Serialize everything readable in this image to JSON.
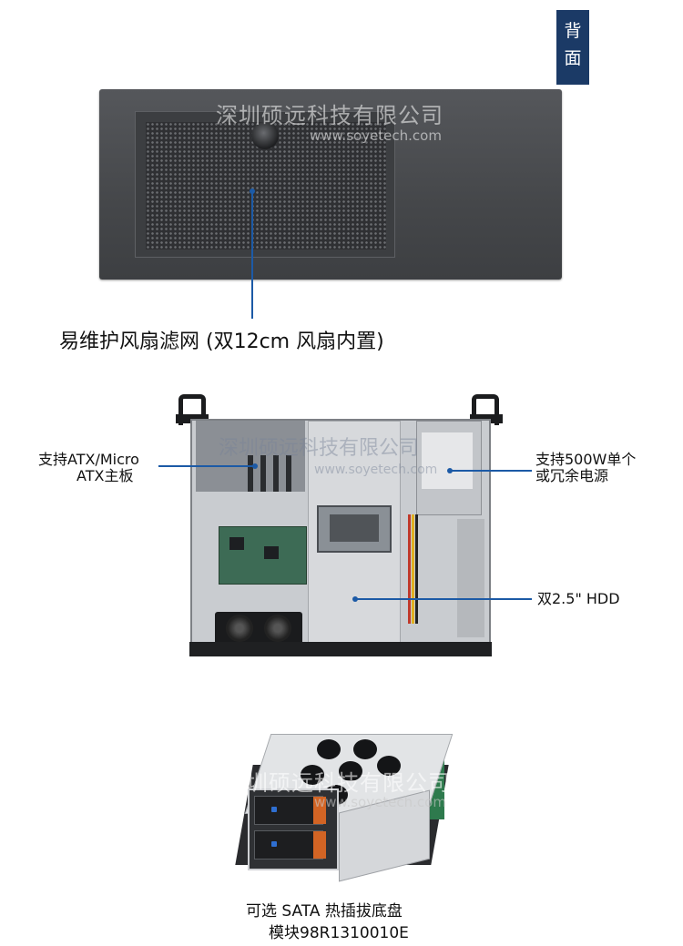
{
  "side_tag": [
    "背",
    "面"
  ],
  "watermark": {
    "company": "深圳硕远科技有限公司",
    "url": "www.soyetech.com"
  },
  "rear_panel": {
    "caption": "易维护风扇滤网 (双12cm 风扇内置)"
  },
  "chassis": {
    "label_motherboard_line1": "支持ATX/Micro",
    "label_motherboard_line2": "ATX主板",
    "label_psu_line1": "支持500W单个",
    "label_psu_line2": "或冗余电源",
    "label_hdd": "双2.5\" HDD"
  },
  "hotswap": {
    "caption_line1": "可选 SATA 热插拔底盘",
    "caption_line2": "模块98R1310010E"
  },
  "colors": {
    "accent": "#1c5aa6",
    "tag_bg": "#1b3a66"
  }
}
